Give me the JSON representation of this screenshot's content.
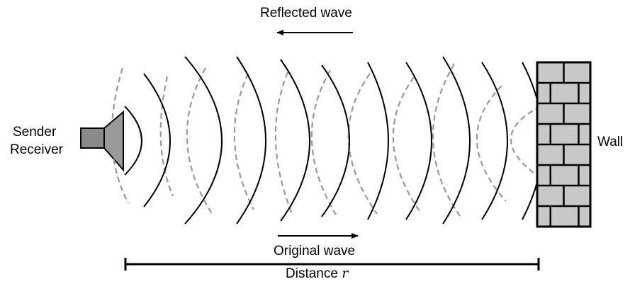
{
  "labels": {
    "reflected_wave": "Reflected wave",
    "original_wave": "Original wave",
    "sender": "Sender",
    "receiver": "Receiver",
    "wall": "Wall",
    "distance": "Distance ",
    "distance_symbol": "r"
  },
  "colors": {
    "line": "#000000",
    "reflected_dash": "#999999",
    "brick": "#c8c8c8",
    "speaker_body": "#8a8a8a",
    "speaker_cone": "#9a9a9a"
  },
  "icons": {
    "sender": "speaker-icon",
    "wall": "brick-wall-icon"
  }
}
